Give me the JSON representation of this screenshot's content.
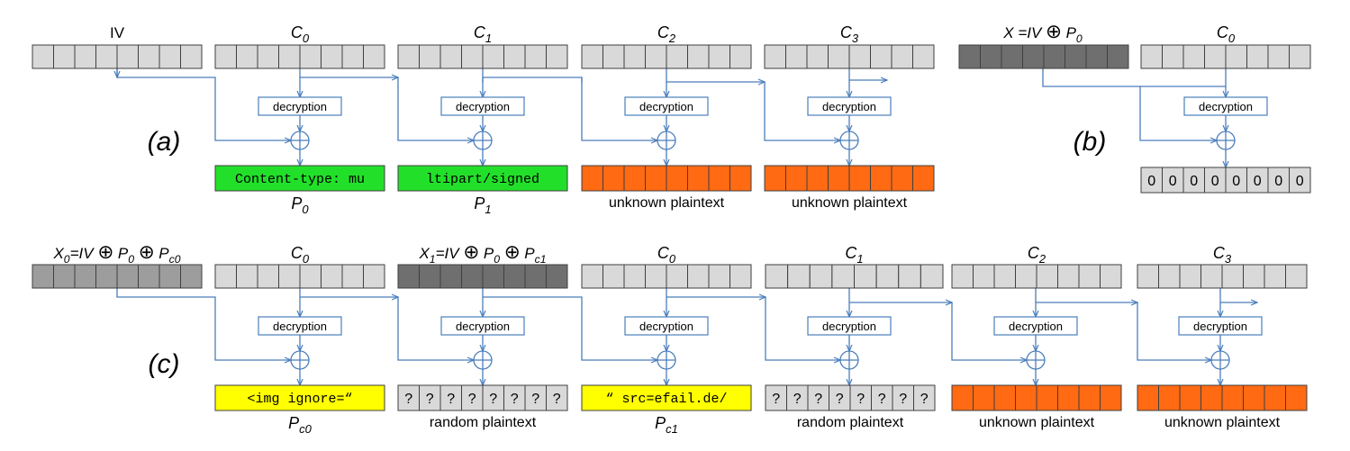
{
  "colors": {
    "arrow": "#4a7ebb",
    "cell_light": "#d9d9d9",
    "cell_dark": "#6f6f6f",
    "cell_mid": "#9d9d9d",
    "cell_red": "#ff6a13",
    "cell_green": "#22e02a",
    "cell_yellow": "#ffff00",
    "cell_border": "#3f3f3f",
    "text": "#000000"
  },
  "panel_labels": {
    "a": "(a)",
    "b": "(b)",
    "c": "(c)"
  },
  "decryption_label": "decryption",
  "panel_a": {
    "blocks": [
      {
        "id": "a-iv",
        "fill": "light",
        "label": "IV",
        "label_style": "plain"
      },
      {
        "id": "a-c0",
        "fill": "light",
        "label": {
          "base": "C",
          "sub": "0"
        },
        "label_style": "italic"
      },
      {
        "id": "a-c1",
        "fill": "light",
        "label": {
          "base": "C",
          "sub": "1"
        },
        "label_style": "italic"
      },
      {
        "id": "a-c2",
        "fill": "light",
        "label": {
          "base": "C",
          "sub": "2"
        },
        "label_style": "italic"
      },
      {
        "id": "a-c3",
        "fill": "light",
        "label": {
          "base": "C",
          "sub": "3"
        },
        "label_style": "italic"
      }
    ],
    "outputs": [
      {
        "id": "a-p0",
        "fill": "green",
        "text": "Content-type: mu",
        "caption": {
          "base": "P",
          "sub": "0"
        }
      },
      {
        "id": "a-p1",
        "fill": "green",
        "text": "ltipart/signed",
        "caption": {
          "base": "P",
          "sub": "1"
        }
      },
      {
        "id": "a-p2",
        "fill": "red",
        "caption_text": "unknown plaintext"
      },
      {
        "id": "a-p3",
        "fill": "red",
        "caption_text": "unknown plaintext"
      }
    ]
  },
  "panel_b": {
    "x_label": {
      "prefix": "X =IV ",
      "oplus": "⊕",
      "base": " P",
      "sub": "0"
    },
    "c0_label": {
      "base": "C",
      "sub": "0"
    },
    "zeros": [
      "0",
      "0",
      "0",
      "0",
      "0",
      "0",
      "0",
      "0"
    ]
  },
  "panel_c": {
    "x0_label": {
      "prefix": "X",
      "prefix_sub": "0",
      "mid": "=IV ",
      "oplus1": "⊕",
      "p": " P",
      "p_sub": "0",
      "oplus2": "⊕",
      "pc": " P",
      "pc_sub": "c0"
    },
    "x1_label": {
      "prefix": "X",
      "prefix_sub": "1",
      "mid": "=IV ",
      "oplus1": "⊕",
      "p": " P",
      "p_sub": "0",
      "oplus2": "⊕",
      "pc": " P",
      "pc_sub": "c1"
    },
    "c_labels": [
      {
        "base": "C",
        "sub": "0"
      },
      {
        "base": "C",
        "sub": "0"
      },
      {
        "base": "C",
        "sub": "1"
      },
      {
        "base": "C",
        "sub": "2"
      },
      {
        "base": "C",
        "sub": "3"
      }
    ],
    "outputs": [
      {
        "id": "c-pc0",
        "fill": "yellow",
        "text": "<img ignore=“",
        "caption": {
          "base": "P",
          "sub": "c0"
        }
      },
      {
        "id": "c-rand1",
        "fill": "light",
        "cells_text": [
          "?",
          "?",
          "?",
          "?",
          "?",
          "?",
          "?",
          "?"
        ],
        "caption_text": "random plaintext"
      },
      {
        "id": "c-pc1",
        "fill": "yellow",
        "text": "“ src=efail.de/",
        "caption": {
          "base": "P",
          "sub": "c1"
        }
      },
      {
        "id": "c-rand2",
        "fill": "light",
        "cells_text": [
          "?",
          "?",
          "?",
          "?",
          "?",
          "?",
          "?",
          "?"
        ],
        "caption_text": "random plaintext"
      },
      {
        "id": "c-u1",
        "fill": "red",
        "caption_text": "unknown plaintext"
      },
      {
        "id": "c-u2",
        "fill": "red",
        "caption_text": "unknown plaintext"
      }
    ]
  }
}
